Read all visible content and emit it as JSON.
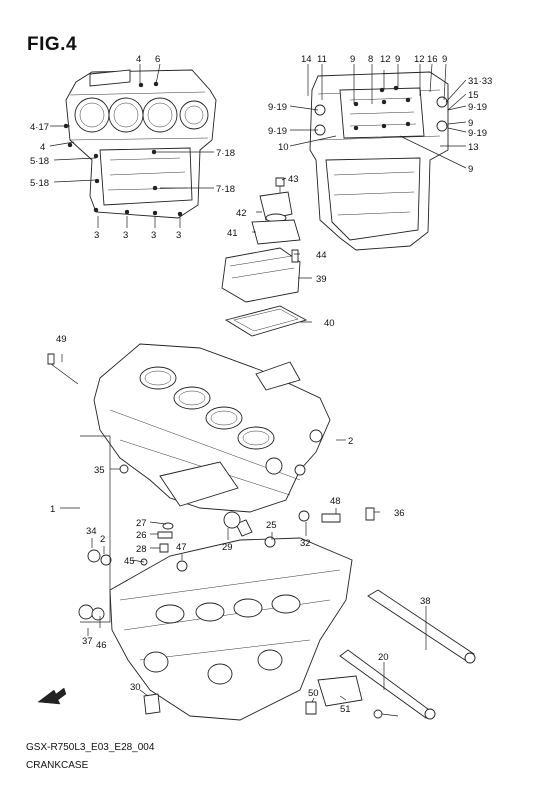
{
  "figure": {
    "title": "FIG.4",
    "model_code": "GSX-R750L3_E03_E28_004",
    "section_name": "CRANKCASE"
  },
  "callouts": [
    "4",
    "6",
    "4·17",
    "4",
    "5·18",
    "5·18",
    "3",
    "3",
    "3",
    "3",
    "7·18",
    "7·18",
    "14",
    "11",
    "9",
    "8",
    "12",
    "9",
    "12",
    "16",
    "9",
    "31·33",
    "9·19",
    "15",
    "9·19",
    "9·19",
    "9",
    "9·19",
    "10",
    "13",
    "9",
    "43",
    "42",
    "41",
    "44",
    "39",
    "40",
    "49",
    "2",
    "35",
    "1",
    "48",
    "36",
    "27",
    "26",
    "28",
    "47",
    "29",
    "25",
    "32",
    "34",
    "2",
    "45",
    "38",
    "37",
    "46",
    "20",
    "30",
    "50",
    "51"
  ]
}
